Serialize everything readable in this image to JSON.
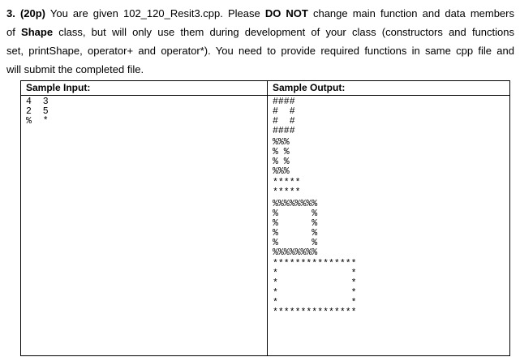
{
  "question": {
    "lines": [
      {
        "segments": [
          {
            "text": "3. (20p)"
          },
          {
            "text": " You are given 102_120_Resit3.cpp. Please "
          },
          {
            "text": "DO NOT"
          },
          {
            "text": " change main function and data members"
          }
        ]
      },
      {
        "segments": [
          {
            "text": "of "
          },
          {
            "text": "Shape"
          },
          {
            "text": " class, but will only use them during development of your class (constructors and functions"
          }
        ]
      },
      {
        "segments": [
          {
            "text": "set, printShape, operator+ and operator*). You need to provide required functions in same cpp file and"
          }
        ]
      },
      {
        "segments": [
          {
            "text": "will submit the completed file."
          }
        ]
      }
    ]
  },
  "table": {
    "input_header": "Sample Input:",
    "output_header": "Sample Output:",
    "sample_input_lines": [
      "4  3",
      "2  5",
      "%  *"
    ],
    "sample_output_shapes": [
      {
        "name": "hash-rectangle-4x4",
        "lines": [
          "####",
          "#  #",
          "#  #",
          "####"
        ]
      },
      {
        "name": "percent-rectangle-4x3",
        "lines": [
          "%%%",
          "% %",
          "% %",
          "%%%"
        ]
      },
      {
        "name": "star-block-2x5",
        "lines": [
          "*****",
          "*****"
        ]
      },
      {
        "name": "percent-rectangle-6x8",
        "lines": [
          "%%%%%%%%",
          "%      %",
          "%      %",
          "%      %",
          "%      %",
          "%%%%%%%%"
        ]
      },
      {
        "name": "star-rectangle-6x15",
        "lines": [
          "***************",
          "*             *",
          "*             *",
          "*             *",
          "*             *",
          "***************"
        ]
      }
    ]
  },
  "colors": {
    "text": "#000000",
    "background": "#ffffff",
    "border": "#000000"
  }
}
